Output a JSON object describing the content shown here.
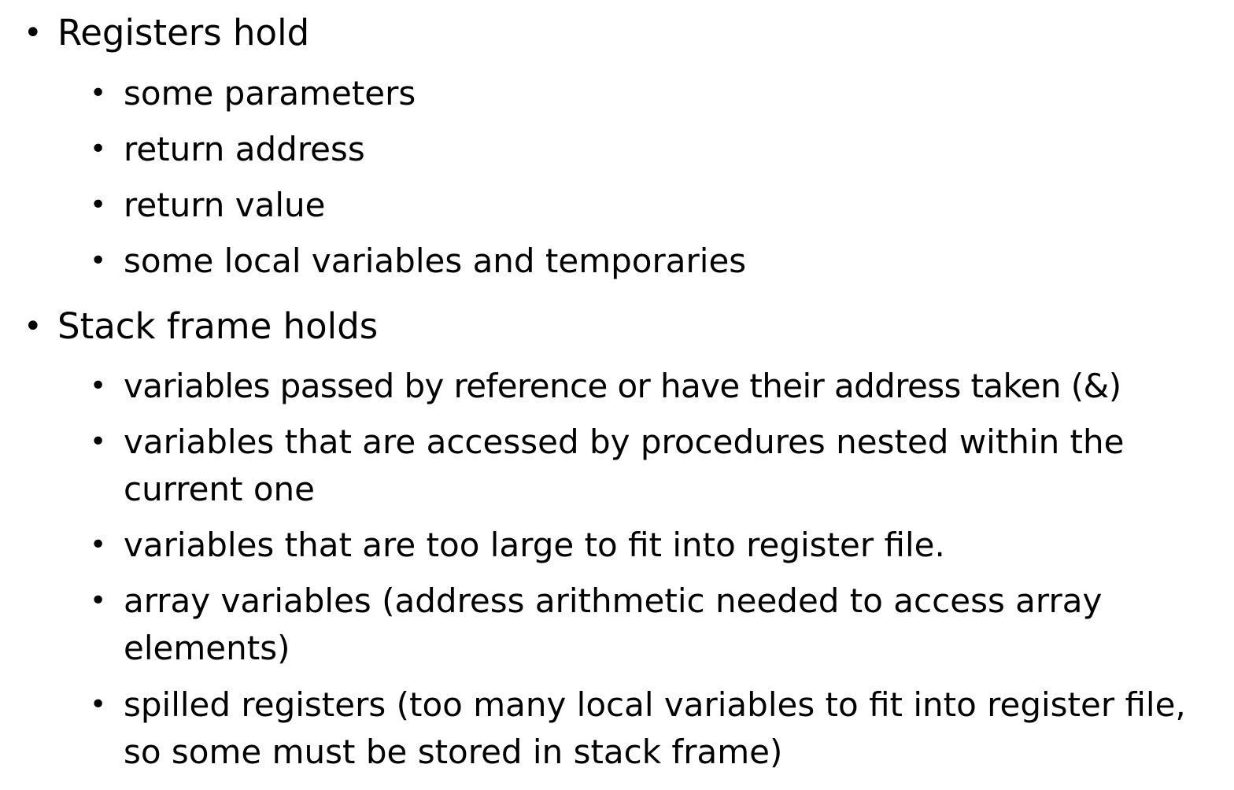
{
  "sections": [
    {
      "heading": "Registers hold",
      "items": [
        "some parameters",
        "return address",
        "return value",
        "some local variables and temporaries"
      ]
    },
    {
      "heading": "Stack frame holds",
      "items": [
        "variables passed by reference or have their address taken (&)",
        "variables that are accessed by procedures nested within the current one",
        "variables that are too large to fit into register file.",
        "array variables (address arithmetic needed to access array elements)",
        "spilled registers (too many local variables to fit into register file, so some must be stored in stack frame)"
      ]
    }
  ]
}
